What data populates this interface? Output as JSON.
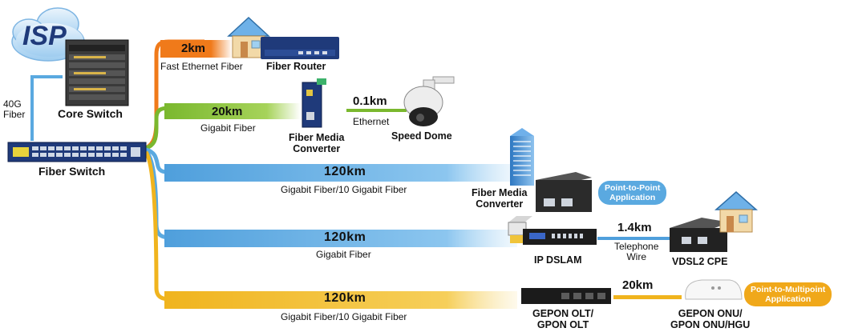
{
  "isp_label": "ISP",
  "core_switch": "Core Switch",
  "fiber_switch": "Fiber Switch",
  "uplink_label": "40G\nFiber",
  "branches": [
    {
      "distance": "2km",
      "link": "Fast Ethernet Fiber",
      "device": "Fiber Router",
      "color": "#f07a1a"
    },
    {
      "distance": "20km",
      "link": "Gigabit Fiber",
      "device": "Fiber Media\nConverter",
      "extra_distance": "0.1km",
      "extra_link": "Ethernet",
      "end_device": "Speed Dome",
      "color": "#7ab82e"
    },
    {
      "distance": "120km",
      "link": "Gigabit Fiber/10 Gigabit Fiber",
      "device": "Fiber Media\nConverter",
      "badge": "Point-to-Point\nApplication",
      "color": "#5aa9e0"
    },
    {
      "distance": "120km",
      "link": "Gigabit Fiber",
      "device": "IP DSLAM",
      "extra_distance": "1.4km",
      "extra_link": "Telephone\nWire",
      "end_device": "VDSL2 CPE",
      "color": "#5aa9e0"
    },
    {
      "distance": "120km",
      "link": "Gigabit Fiber/10 Gigabit Fiber",
      "device": "GEPON OLT/\nGPON OLT",
      "extra_distance": "20km",
      "end_device": "GEPON ONU/\nGPON ONU/HGU",
      "badge": "Point-to-Multipoint\nApplication",
      "color": "#f0b41e"
    }
  ],
  "colors": {
    "orange": "#f07a1a",
    "green": "#7ab82e",
    "blue": "#5aa9e0",
    "yellow": "#f0b41e",
    "badge_blue": "#5aa9e0",
    "badge_yellow": "#f0a81a",
    "navy": "#1f3a7a"
  }
}
